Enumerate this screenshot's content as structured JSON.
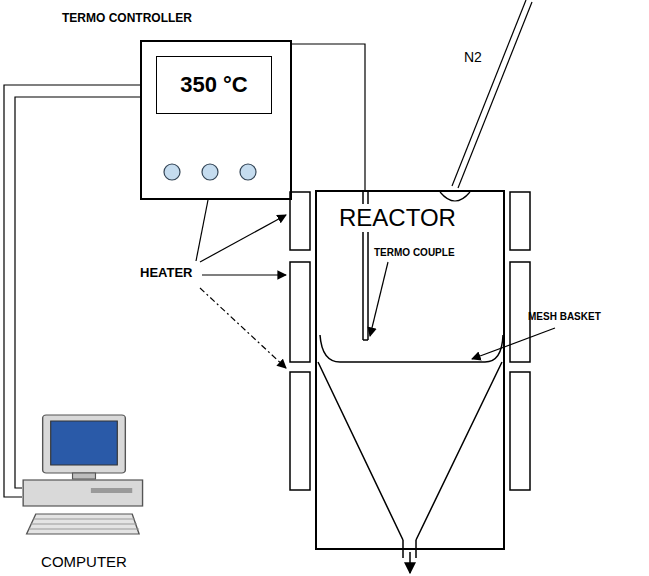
{
  "diagram": {
    "nodes": [
      {
        "text": [
          "TERMO CONTROLLER"
        ]
      },
      {
        "text": [
          "350 °C"
        ],
        "in": 0
      },
      {
        "text": [
          "REACTOR"
        ]
      },
      {
        "text": [
          "COMPUTER"
        ]
      }
    ],
    "edges": [
      {
        "from": 0,
        "to": 3,
        "arrow": "none"
      },
      {
        "from": 0,
        "to": 2,
        "arrow": "none"
      }
    ],
    "labels": [
      "N2",
      "TERMO COUPLE",
      "MESH BASKET",
      "HEATER"
    ]
  }
}
